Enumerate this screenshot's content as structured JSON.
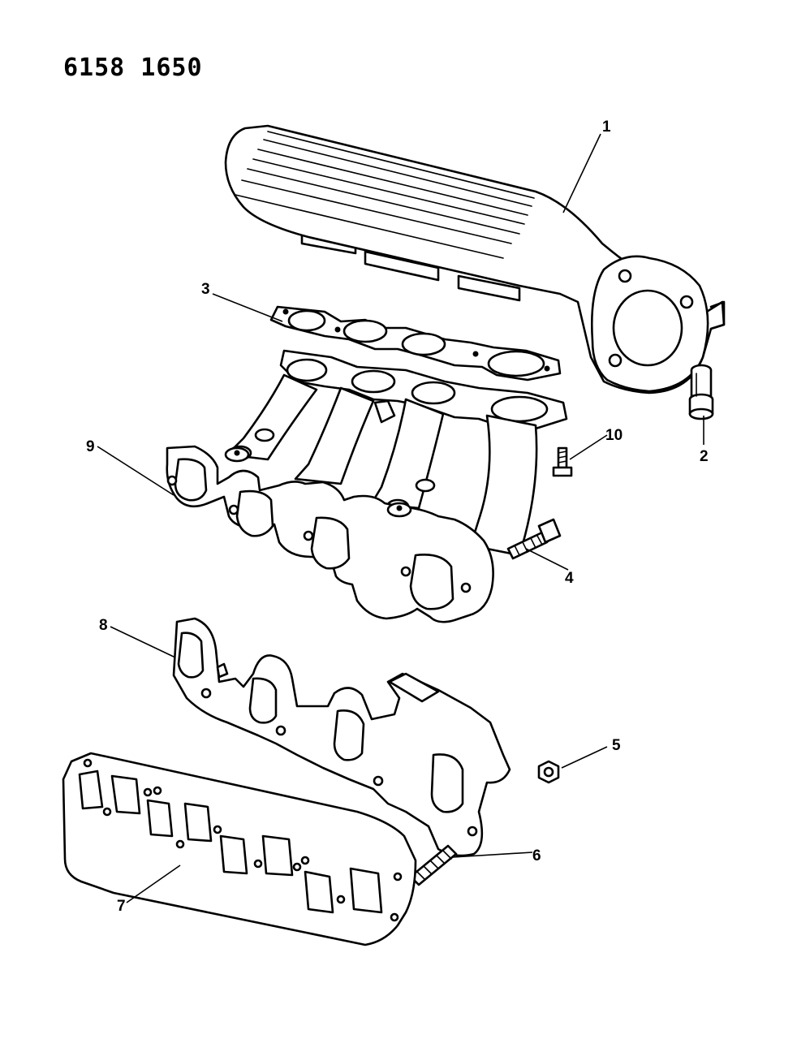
{
  "document": {
    "id": "6158 1650"
  },
  "callouts": [
    "1",
    "2",
    "3",
    "4",
    "5",
    "6",
    "7",
    "8",
    "9",
    "10"
  ]
}
